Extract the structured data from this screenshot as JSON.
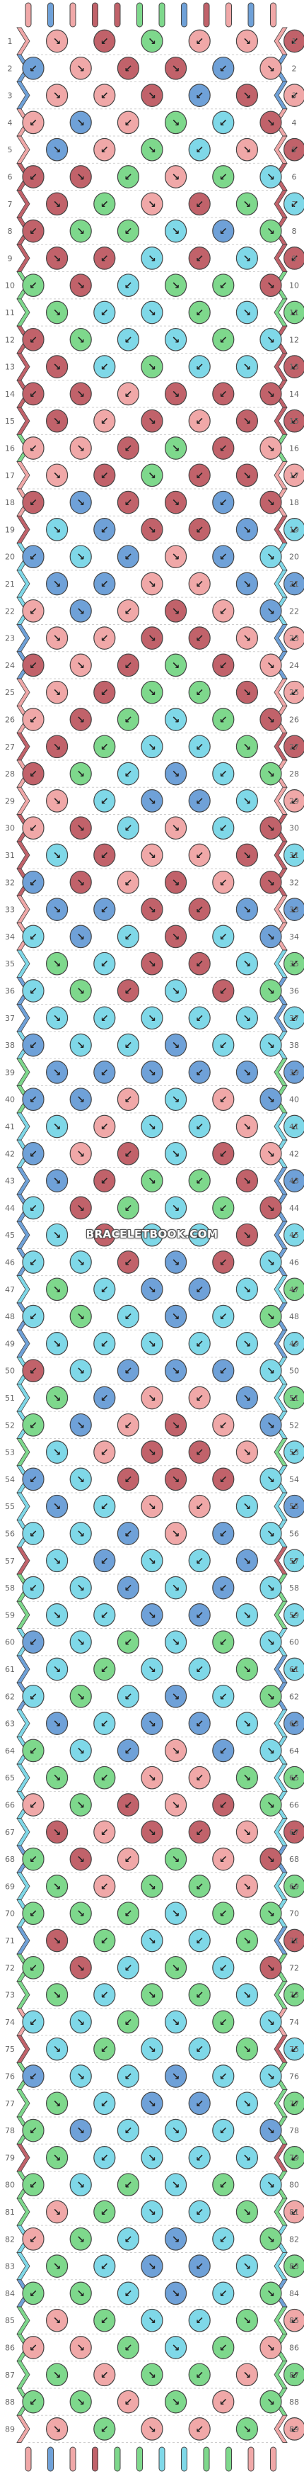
{
  "watermark": "BRACELETBOOK.COM",
  "colors": {
    "R": "#c1626a",
    "P": "#f0a8a8",
    "B": "#6fa1d8",
    "C": "#7fd8e8",
    "G": "#7ed88c",
    "W": "#ffffff"
  },
  "row_count": 89,
  "top_strings": [
    "P",
    "B",
    "P",
    "R",
    "R",
    "G",
    "G",
    "B",
    "R",
    "P",
    "B",
    "P"
  ],
  "bottom_strings": [
    "P",
    "B",
    "P",
    "R",
    "G",
    "G",
    "C",
    "C",
    "G",
    "G",
    "P",
    "P"
  ],
  "left_edge": [
    "P",
    "B",
    "B",
    "P",
    "P",
    "R",
    "R",
    "R",
    "R",
    "G",
    "G",
    "R",
    "R",
    "R",
    "R",
    "G",
    "P",
    "P",
    "R",
    "C",
    "C",
    "C",
    "B",
    "B",
    "P",
    "P",
    "R",
    "P",
    "P",
    "R",
    "R",
    "R",
    "P",
    "P",
    "C",
    "B",
    "B",
    "C",
    "G",
    "G",
    "C",
    "C",
    "B",
    "B",
    "B",
    "B",
    "C",
    "B",
    "B",
    "C",
    "C",
    "C",
    "G",
    "C",
    "C",
    "C",
    "R",
    "G",
    "G",
    "C",
    "B",
    "B",
    "C",
    "C",
    "C",
    "C",
    "C",
    "B",
    "C",
    "C",
    "B",
    "G",
    "G",
    "P",
    "R",
    "G",
    "G",
    "G",
    "R",
    "G",
    "G",
    "C",
    "C",
    "B",
    "G",
    "G",
    "G",
    "G",
    "P"
  ],
  "knot_rows": [
    [
      "P",
      "R",
      "G",
      "P",
      "P",
      "R"
    ],
    [
      "B",
      "P",
      "R",
      "R",
      "B",
      "P",
      "B"
    ],
    [
      "P",
      "P",
      "R",
      "B",
      "R",
      "P"
    ],
    [
      "P",
      "B",
      "P",
      "G",
      "C",
      "R",
      "P"
    ],
    [
      "B",
      "P",
      "G",
      "C",
      "P",
      "R"
    ],
    [
      "R",
      "R",
      "G",
      "P",
      "G",
      "C",
      "R"
    ],
    [
      "R",
      "G",
      "P",
      "R",
      "G",
      "C"
    ],
    [
      "R",
      "G",
      "G",
      "C",
      "B",
      "G",
      "R"
    ],
    [
      "R",
      "R",
      "C",
      "R",
      "C",
      "R"
    ],
    [
      "G",
      "R",
      "C",
      "G",
      "G",
      "R",
      "G"
    ],
    [
      "G",
      "C",
      "C",
      "G",
      "C",
      "G"
    ],
    [
      "R",
      "G",
      "C",
      "C",
      "G",
      "C",
      "R"
    ],
    [
      "R",
      "C",
      "G",
      "C",
      "C",
      "R"
    ],
    [
      "R",
      "R",
      "P",
      "R",
      "R",
      "R",
      "R"
    ],
    [
      "R",
      "P",
      "R",
      "P",
      "R",
      "R"
    ],
    [
      "P",
      "P",
      "R",
      "G",
      "R",
      "P",
      "P"
    ],
    [
      "P",
      "R",
      "G",
      "R",
      "R",
      "P"
    ],
    [
      "R",
      "B",
      "R",
      "R",
      "B",
      "R",
      "R"
    ],
    [
      "C",
      "B",
      "R",
      "R",
      "B",
      "C"
    ],
    [
      "B",
      "C",
      "B",
      "P",
      "B",
      "C",
      "B"
    ],
    [
      "B",
      "B",
      "P",
      "P",
      "B",
      "B"
    ],
    [
      "P",
      "B",
      "P",
      "R",
      "P",
      "B",
      "P"
    ],
    [
      "P",
      "P",
      "R",
      "R",
      "P",
      "P"
    ],
    [
      "R",
      "P",
      "R",
      "G",
      "R",
      "P",
      "R"
    ],
    [
      "P",
      "R",
      "G",
      "G",
      "R",
      "P"
    ],
    [
      "P",
      "R",
      "G",
      "C",
      "G",
      "R",
      "P"
    ],
    [
      "R",
      "G",
      "C",
      "C",
      "G",
      "R"
    ],
    [
      "R",
      "G",
      "C",
      "B",
      "C",
      "G",
      "R"
    ],
    [
      "P",
      "C",
      "B",
      "B",
      "C",
      "P"
    ],
    [
      "P",
      "R",
      "C",
      "P",
      "C",
      "R",
      "P"
    ],
    [
      "C",
      "R",
      "P",
      "P",
      "R",
      "C"
    ],
    [
      "B",
      "R",
      "P",
      "R",
      "P",
      "R",
      "B"
    ],
    [
      "B",
      "B",
      "R",
      "R",
      "B",
      "B"
    ],
    [
      "C",
      "B",
      "C",
      "R",
      "C",
      "B",
      "C"
    ],
    [
      "G",
      "C",
      "R",
      "R",
      "C",
      "G"
    ],
    [
      "C",
      "G",
      "R",
      "C",
      "R",
      "G",
      "C"
    ],
    [
      "C",
      "C",
      "C",
      "C",
      "C",
      "C"
    ],
    [
      "B",
      "C",
      "C",
      "B",
      "C",
      "C",
      "B"
    ],
    [
      "B",
      "B",
      "B",
      "B",
      "B",
      "B"
    ],
    [
      "B",
      "B",
      "P",
      "C",
      "P",
      "B",
      "B"
    ],
    [
      "C",
      "P",
      "C",
      "C",
      "P",
      "C"
    ],
    [
      "B",
      "P",
      "R",
      "C",
      "R",
      "P",
      "B"
    ],
    [
      "B",
      "R",
      "G",
      "G",
      "R",
      "B"
    ],
    [
      "C",
      "R",
      "G",
      "C",
      "G",
      "R",
      "C"
    ],
    [
      "C",
      "R",
      "C",
      "C",
      "R",
      "C"
    ],
    [
      "C",
      "C",
      "R",
      "B",
      "R",
      "C",
      "C"
    ],
    [
      "G",
      "C",
      "B",
      "B",
      "C",
      "G"
    ],
    [
      "C",
      "G",
      "C",
      "B",
      "C",
      "G",
      "C"
    ],
    [
      "C",
      "C",
      "C",
      "C",
      "C",
      "C"
    ],
    [
      "R",
      "C",
      "B",
      "B",
      "B",
      "C",
      "R"
    ],
    [
      "G",
      "B",
      "P",
      "P",
      "B",
      "G"
    ],
    [
      "G",
      "B",
      "P",
      "R",
      "P",
      "B",
      "G"
    ],
    [
      "C",
      "P",
      "R",
      "R",
      "P",
      "C"
    ],
    [
      "B",
      "C",
      "R",
      "R",
      "R",
      "C",
      "B"
    ],
    [
      "B",
      "C",
      "P",
      "P",
      "C",
      "B"
    ],
    [
      "C",
      "C",
      "B",
      "P",
      "B",
      "C",
      "C"
    ],
    [
      "C",
      "B",
      "C",
      "C",
      "B",
      "C"
    ],
    [
      "C",
      "C",
      "B",
      "C",
      "B",
      "C",
      "C"
    ],
    [
      "C",
      "C",
      "B",
      "B",
      "C",
      "C"
    ],
    [
      "B",
      "C",
      "G",
      "C",
      "G",
      "C",
      "B"
    ],
    [
      "C",
      "G",
      "C",
      "C",
      "G",
      "C"
    ],
    [
      "C",
      "G",
      "C",
      "B",
      "C",
      "G",
      "C"
    ],
    [
      "B",
      "C",
      "B",
      "B",
      "C",
      "B"
    ],
    [
      "G",
      "C",
      "B",
      "P",
      "B",
      "C",
      "G"
    ],
    [
      "G",
      "G",
      "P",
      "P",
      "G",
      "G"
    ],
    [
      "P",
      "G",
      "R",
      "P",
      "R",
      "G",
      "P"
    ],
    [
      "R",
      "P",
      "R",
      "R",
      "P",
      "R"
    ],
    [
      "G",
      "R",
      "P",
      "G",
      "P",
      "R",
      "G"
    ],
    [
      "G",
      "P",
      "G",
      "G",
      "P",
      "G"
    ],
    [
      "G",
      "G",
      "G",
      "C",
      "G",
      "G",
      "G"
    ],
    [
      "R",
      "G",
      "C",
      "C",
      "G",
      "R"
    ],
    [
      "G",
      "R",
      "C",
      "G",
      "C",
      "R",
      "G"
    ],
    [
      "G",
      "C",
      "G",
      "G",
      "C",
      "G"
    ],
    [
      "C",
      "C",
      "G",
      "C",
      "G",
      "C",
      "C"
    ],
    [
      "C",
      "G",
      "C",
      "C",
      "G",
      "C"
    ],
    [
      "B",
      "C",
      "C",
      "B",
      "C",
      "C",
      "B"
    ],
    [
      "G",
      "C",
      "B",
      "B",
      "C",
      "G"
    ],
    [
      "G",
      "B",
      "C",
      "C",
      "C",
      "B",
      "G"
    ],
    [
      "G",
      "C",
      "C",
      "C",
      "C",
      "G"
    ],
    [
      "G",
      "C",
      "G",
      "C",
      "G",
      "C",
      "G"
    ],
    [
      "P",
      "G",
      "C",
      "C",
      "G",
      "P"
    ],
    [
      "P",
      "G",
      "C",
      "B",
      "C",
      "G",
      "P"
    ],
    [
      "G",
      "C",
      "B",
      "B",
      "C",
      "G"
    ],
    [
      "G",
      "G",
      "C",
      "B",
      "C",
      "G",
      "G"
    ],
    [
      "P",
      "G",
      "C",
      "C",
      "G",
      "P"
    ],
    [
      "P",
      "P",
      "G",
      "C",
      "G",
      "P",
      "P"
    ],
    [
      "G",
      "P",
      "G",
      "G",
      "P",
      "G"
    ],
    [
      "G",
      "G",
      "P",
      "G",
      "P",
      "G",
      "G"
    ],
    [
      "P",
      "G",
      "P",
      "P",
      "G",
      "P"
    ]
  ]
}
